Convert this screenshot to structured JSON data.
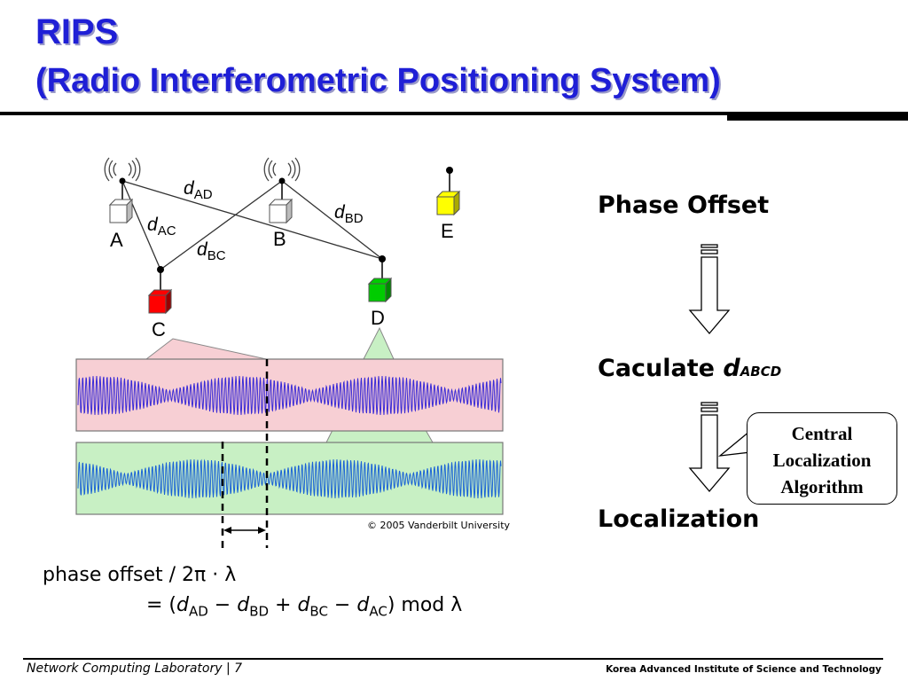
{
  "slide": {
    "title_line1": "RIPS",
    "title_line2": "(Radio Interferometric Positioning System)"
  },
  "diagram": {
    "nodes": {
      "a": "A",
      "b": "B",
      "c": "C",
      "d": "D",
      "e": "E"
    },
    "node_colors": {
      "a": "#ffffff",
      "b": "#ffffff",
      "c": "#ff0000",
      "d": "#00cc00",
      "e": "#ffff00"
    },
    "distance_labels": {
      "ad": {
        "var": "d",
        "sub": "AD"
      },
      "ac": {
        "var": "d",
        "sub": "AC"
      },
      "bd": {
        "var": "d",
        "sub": "BD"
      },
      "bc": {
        "var": "d",
        "sub": "BC"
      }
    },
    "copyright": "© 2005 Vanderbilt University",
    "band_colors": {
      "top": "#f7cfd4",
      "bottom": "#c8f0c4",
      "top_wave": "#3a2ad6",
      "bottom_wave": "#1a62d6"
    },
    "icons": [
      "antenna-icon"
    ]
  },
  "formula": {
    "line1": "phase offset / 2π · λ",
    "line2": {
      "open": "= (",
      "t1": "d",
      "t1_sub": "AD",
      "op1": " − ",
      "t2": "d",
      "t2_sub": "BD",
      "op2": " + ",
      "t3": "d",
      "t3_sub": "BC",
      "op3": " − ",
      "t4": "d",
      "t4_sub": "AC",
      "close": ") mod λ"
    }
  },
  "flow": {
    "step1": "Phase Offset",
    "step2_prefix": "Caculate ",
    "step2_var": "d",
    "step2_sub": "ABCD",
    "step3": "Localization",
    "callout_line1": "Central",
    "callout_line2": "Localization",
    "callout_line3": "Algorithm"
  },
  "footer": {
    "left": "Network Computing Laboratory | 7",
    "right": "Korea Advanced Institute of Science and Technology"
  }
}
